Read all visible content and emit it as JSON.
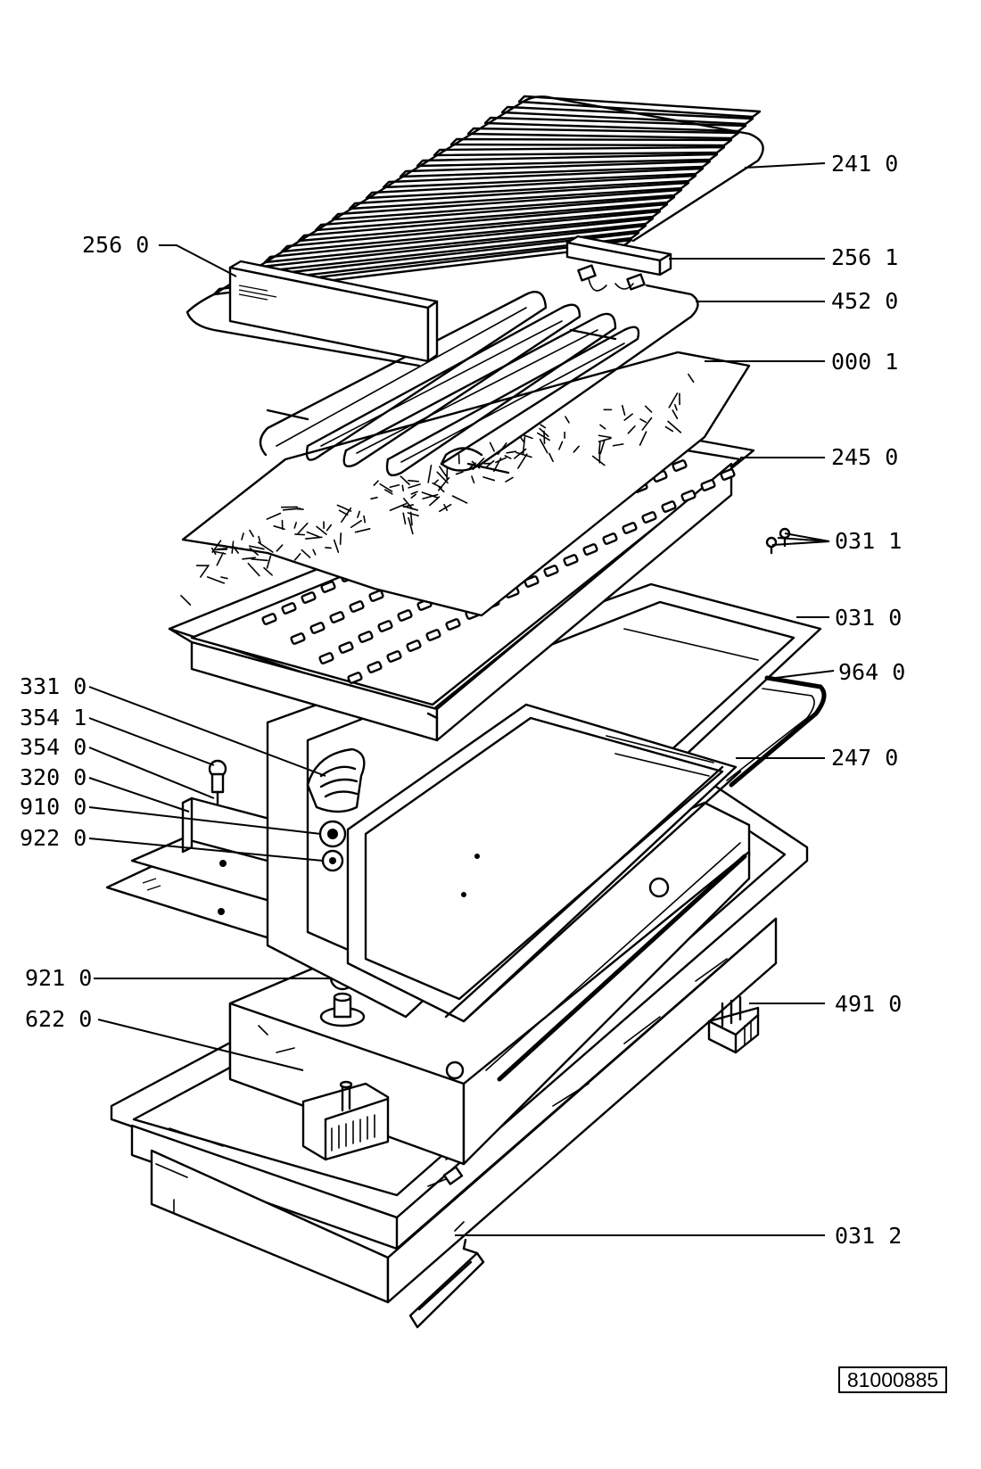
{
  "part_labels": {
    "p2410": "241 0",
    "p2560": "256 0",
    "p2561": "256 1",
    "p4520": "452 0",
    "p0001": "000 1",
    "p2450": "245 0",
    "p0311": "031 1",
    "p0310": "031 0",
    "p9640": "964 0",
    "p3310": "331 0",
    "p3541": "354 1",
    "p3540": "354 0",
    "p3200": "320 0",
    "p9100": "910 0",
    "p9220": "922 0",
    "p2470": "247 0",
    "p9210": "921 0",
    "p6220": "622 0",
    "p4910": "491 0",
    "p0312": "031 2"
  },
  "doc_ref": "81000885",
  "colors": {
    "ink": "#000000",
    "paper": "#ffffff"
  }
}
